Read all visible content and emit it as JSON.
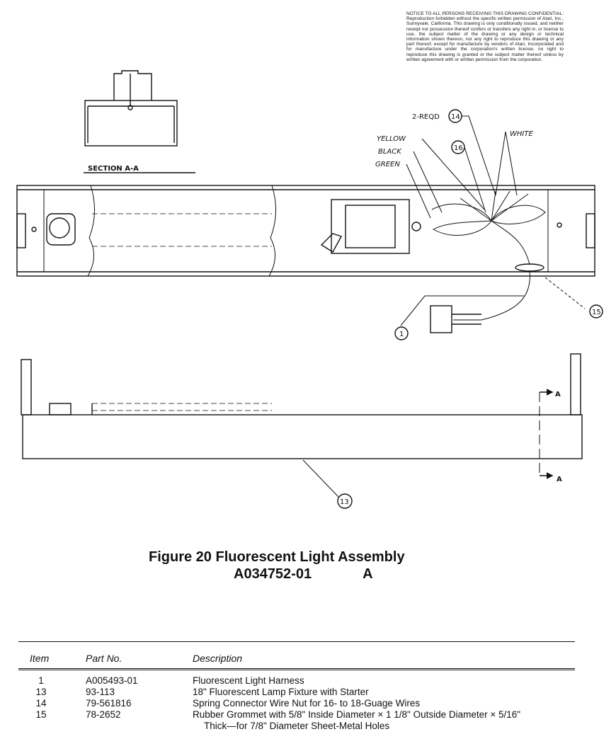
{
  "notice": {
    "text": "NOTICE TO ALL PERSONS RECEIVING THIS DRAWING CONFIDENTIAL: Reproduction forbidden without the specific written permission of Atari, Inc., Sunnyvale, California. This drawing is only conditionally issued, and neither receipt nor possession thereof confers or transfers any right in, or license to use, the subject matter of the drawing or any design or technical information shown thereon, nor any right to reproduce this drawing or any part thereof, except for manufacture by vendors of Atari, Incorporated and for manufacture under the corporation's written license, no right to reproduce this drawing is granted or the subject matter thereof unless by written agreement with or written permission from the corporation."
  },
  "section_label": "SECTION A-A",
  "callouts": {
    "qty": "2-REQD",
    "c14": "14",
    "c16": "16",
    "c15": "15",
    "c1": "1",
    "c13": "13",
    "yellow": "YELLOW",
    "black": "BLACK",
    "green": "GREEN",
    "white": "WHITE",
    "arrow_a_top": "A",
    "arrow_a_bottom": "A"
  },
  "figure": {
    "title": "Figure 20   Fluorescent Light Assembly",
    "number": "A034752-01",
    "revision": "A"
  },
  "parts_table": {
    "headers": {
      "item": "Item",
      "part": "Part No.",
      "desc": "Description"
    },
    "rows": [
      {
        "item": "1",
        "part": "A005493-01",
        "desc": "Fluorescent Light Harness"
      },
      {
        "item": "13",
        "part": "93-113",
        "desc": "18\" Fluorescent Lamp Fixture with Starter"
      },
      {
        "item": "14",
        "part": "79-561816",
        "desc": "Spring Connector Wire Nut for 16- to 18-Guage Wires"
      },
      {
        "item": "15",
        "part": "78-2652",
        "desc": "Rubber Grommet with 5/8\" Inside Diameter × 1 1/8\" Outside Diameter × 5/16\"",
        "desc_cont": "Thick—for 7/8\" Diameter Sheet-Metal Holes"
      }
    ]
  }
}
